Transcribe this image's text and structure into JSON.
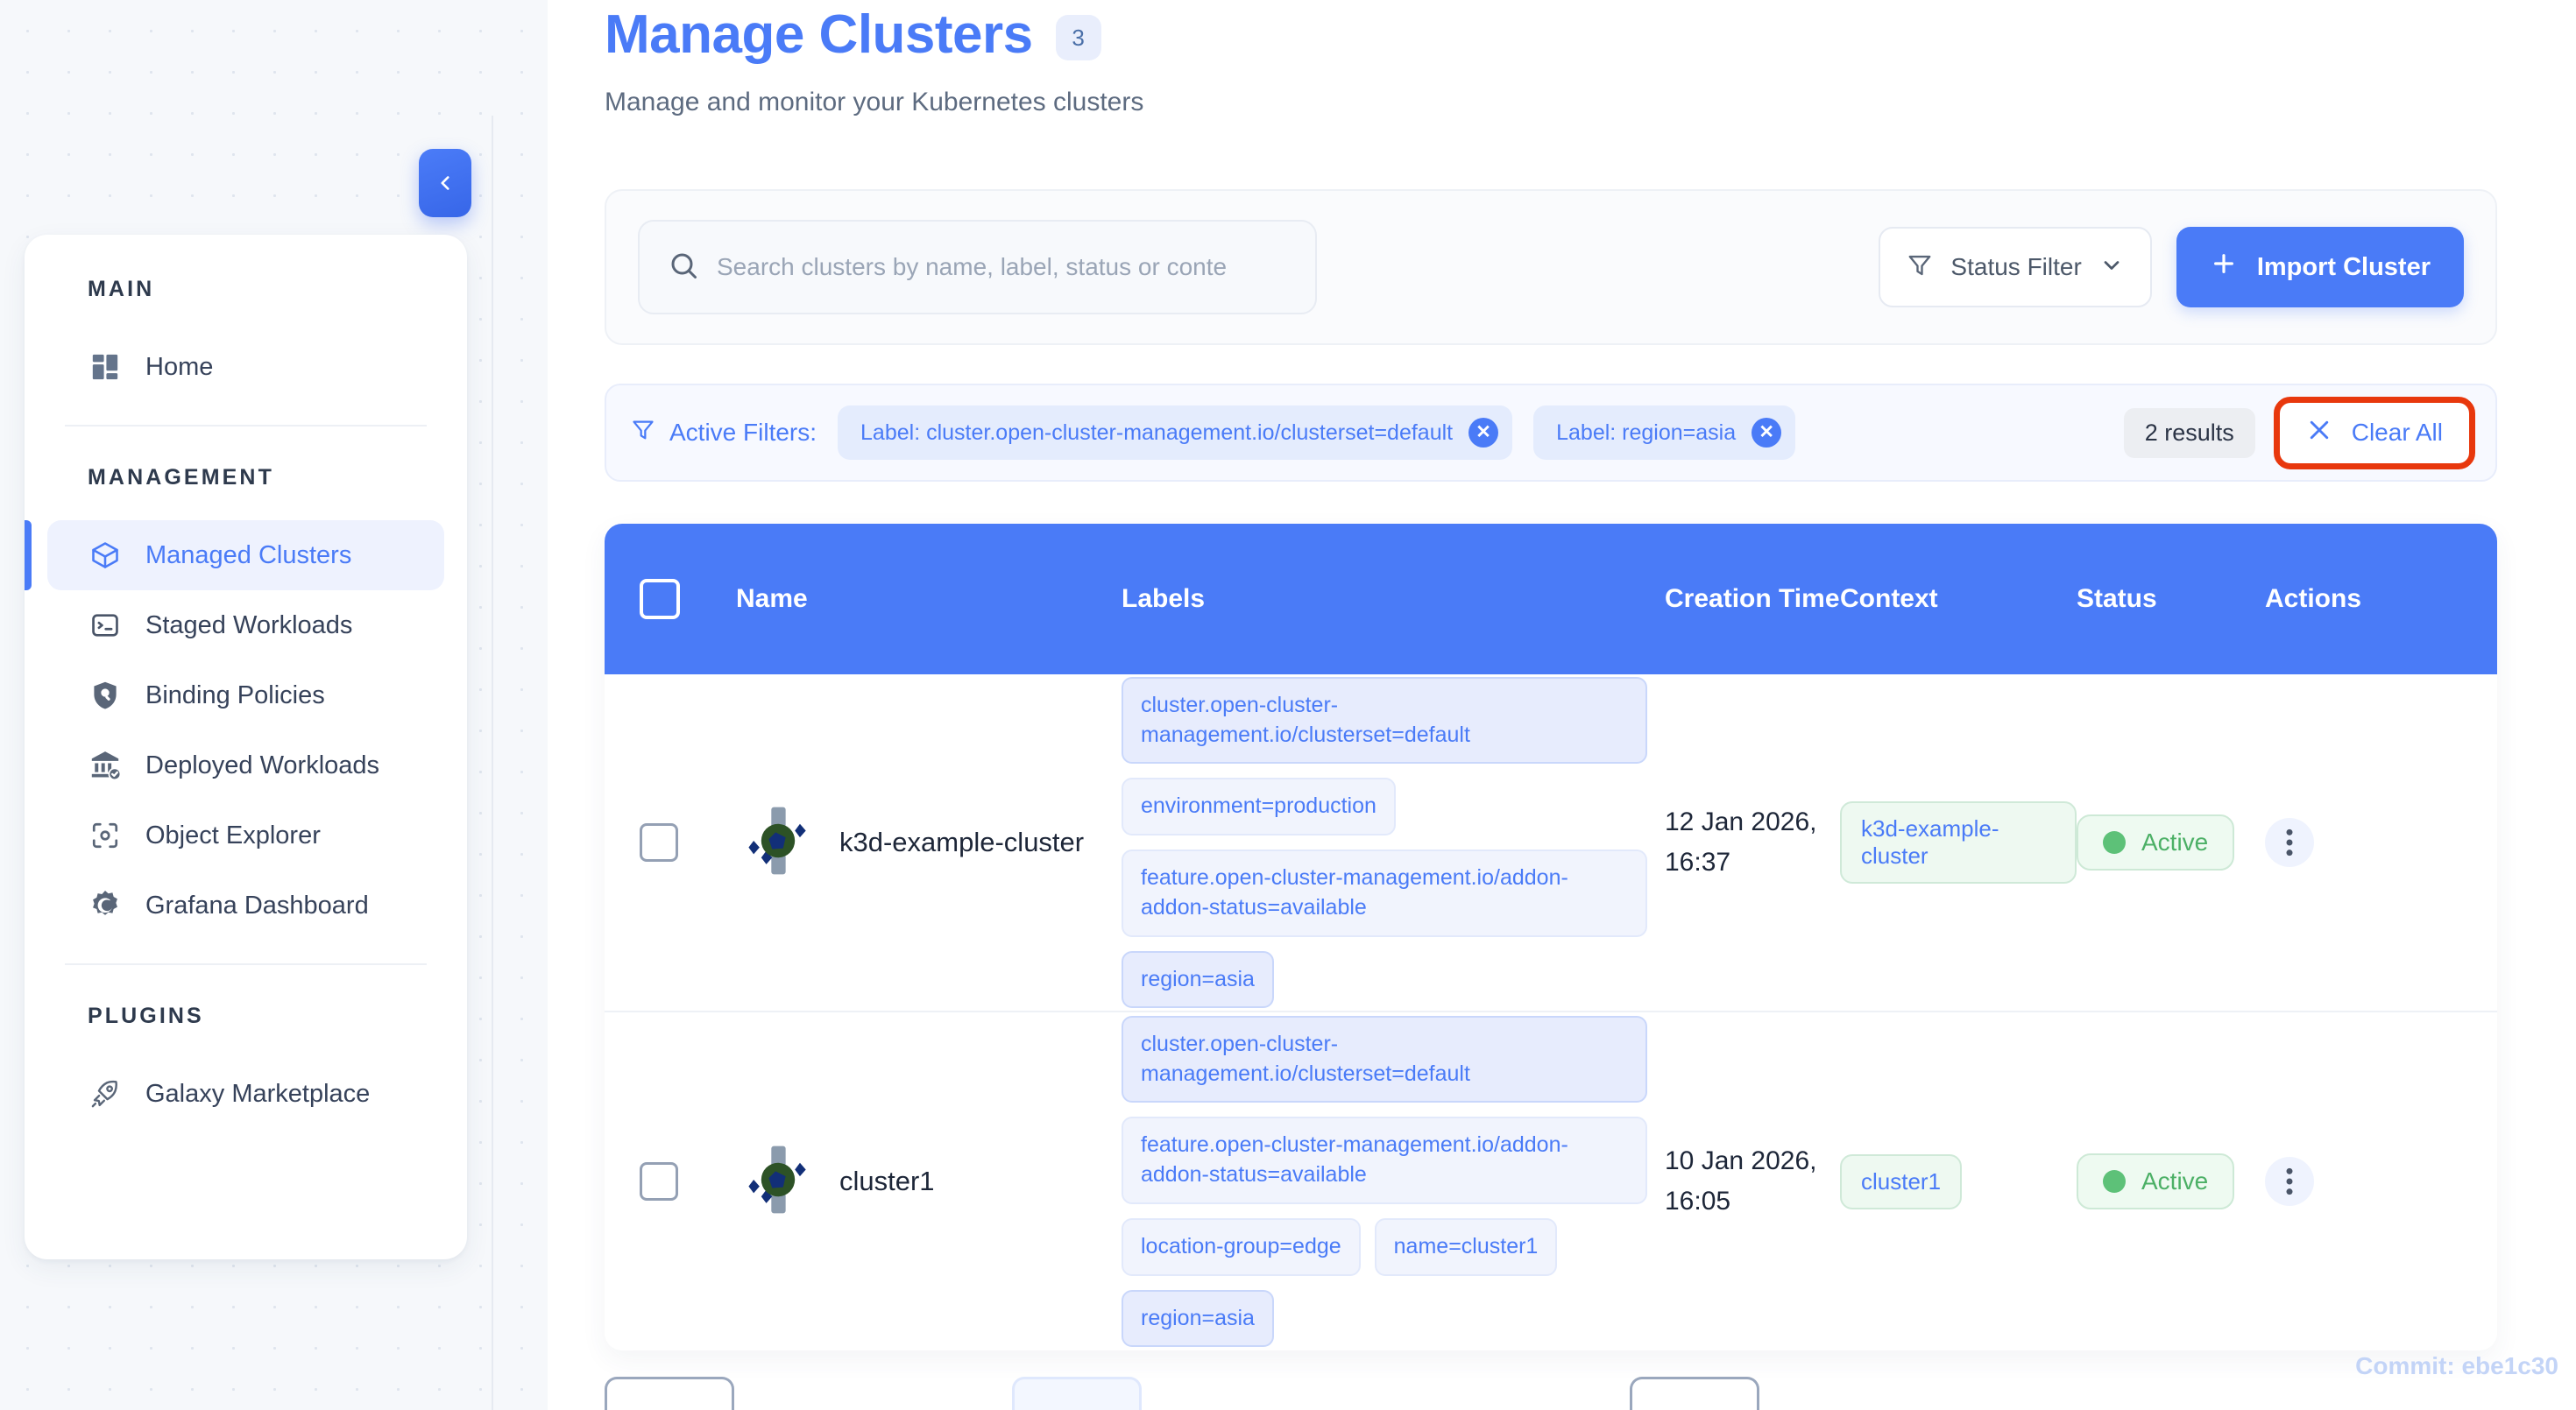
{
  "sidebar": {
    "collapse_icon": "chevron-left-icon",
    "sections": [
      {
        "title": "MAIN",
        "items": [
          {
            "label": "Home",
            "icon": "dashboard-grid-icon",
            "active": false
          }
        ]
      },
      {
        "title": "MANAGEMENT",
        "items": [
          {
            "label": "Managed Clusters",
            "icon": "cube-icon",
            "active": true
          },
          {
            "label": "Staged Workloads",
            "icon": "terminal-icon",
            "active": false
          },
          {
            "label": "Binding Policies",
            "icon": "shield-search-icon",
            "active": false
          },
          {
            "label": "Deployed Workloads",
            "icon": "bank-check-icon",
            "active": false
          },
          {
            "label": "Object Explorer",
            "icon": "scan-focus-icon",
            "active": false
          },
          {
            "label": "Grafana Dashboard",
            "icon": "grafana-gear-icon",
            "active": false
          }
        ]
      },
      {
        "title": "PLUGINS",
        "items": [
          {
            "label": "Galaxy Marketplace",
            "icon": "rocket-icon",
            "active": false
          }
        ]
      }
    ]
  },
  "header": {
    "title": "Manage Clusters",
    "count_badge": "3",
    "subtitle": "Manage and monitor your Kubernetes clusters"
  },
  "toolbar": {
    "search_placeholder": "Search clusters by name, label, status or conte",
    "search_value": "",
    "search_icon": "search-icon",
    "status_filter_label": "Status Filter",
    "status_filter_icon": "funnel-icon",
    "status_filter_chevron": "chevron-down-icon",
    "import_label": "Import Cluster",
    "import_icon": "plus-icon"
  },
  "active_filters": {
    "label": "Active Filters:",
    "icon": "funnel-icon",
    "chips": [
      {
        "text": "Label: cluster.open-cluster-management.io/clusterset=default",
        "remove_icon": "x-circle-icon"
      },
      {
        "text": "Label: region=asia",
        "remove_icon": "x-circle-icon"
      }
    ],
    "results_text": "2 results",
    "clear_all_label": "Clear All",
    "clear_all_icon": "x-icon",
    "highlight_color": "#e8380d"
  },
  "table": {
    "columns": [
      "Name",
      "Labels",
      "Creation Time",
      "Context",
      "Status",
      "Actions"
    ],
    "header_bg": "#4a7bf7",
    "rows": [
      {
        "name": "k3d-example-cluster",
        "icon": "kubernetes-cluster-icon",
        "labels": [
          "cluster.open-cluster-management.io/clusterset=default",
          "environment=production",
          "feature.open-cluster-management.io/addon-addon-status=available",
          "region=asia"
        ],
        "creation_time": "12 Jan 2026, 16:37",
        "context": "k3d-example-cluster",
        "status": "Active",
        "status_color": "#4cb066",
        "actions_icon": "kebab-menu-icon"
      },
      {
        "name": "cluster1",
        "icon": "kubernetes-cluster-icon",
        "labels": [
          "cluster.open-cluster-management.io/clusterset=default",
          "feature.open-cluster-management.io/addon-addon-status=available",
          "location-group=edge",
          "name=cluster1",
          "region=asia"
        ],
        "creation_time": "10 Jan 2026, 16:05",
        "context": "cluster1",
        "status": "Active",
        "status_color": "#4cb066",
        "actions_icon": "kebab-menu-icon"
      }
    ]
  },
  "footer": {
    "commit": "Commit: ebe1c30"
  }
}
